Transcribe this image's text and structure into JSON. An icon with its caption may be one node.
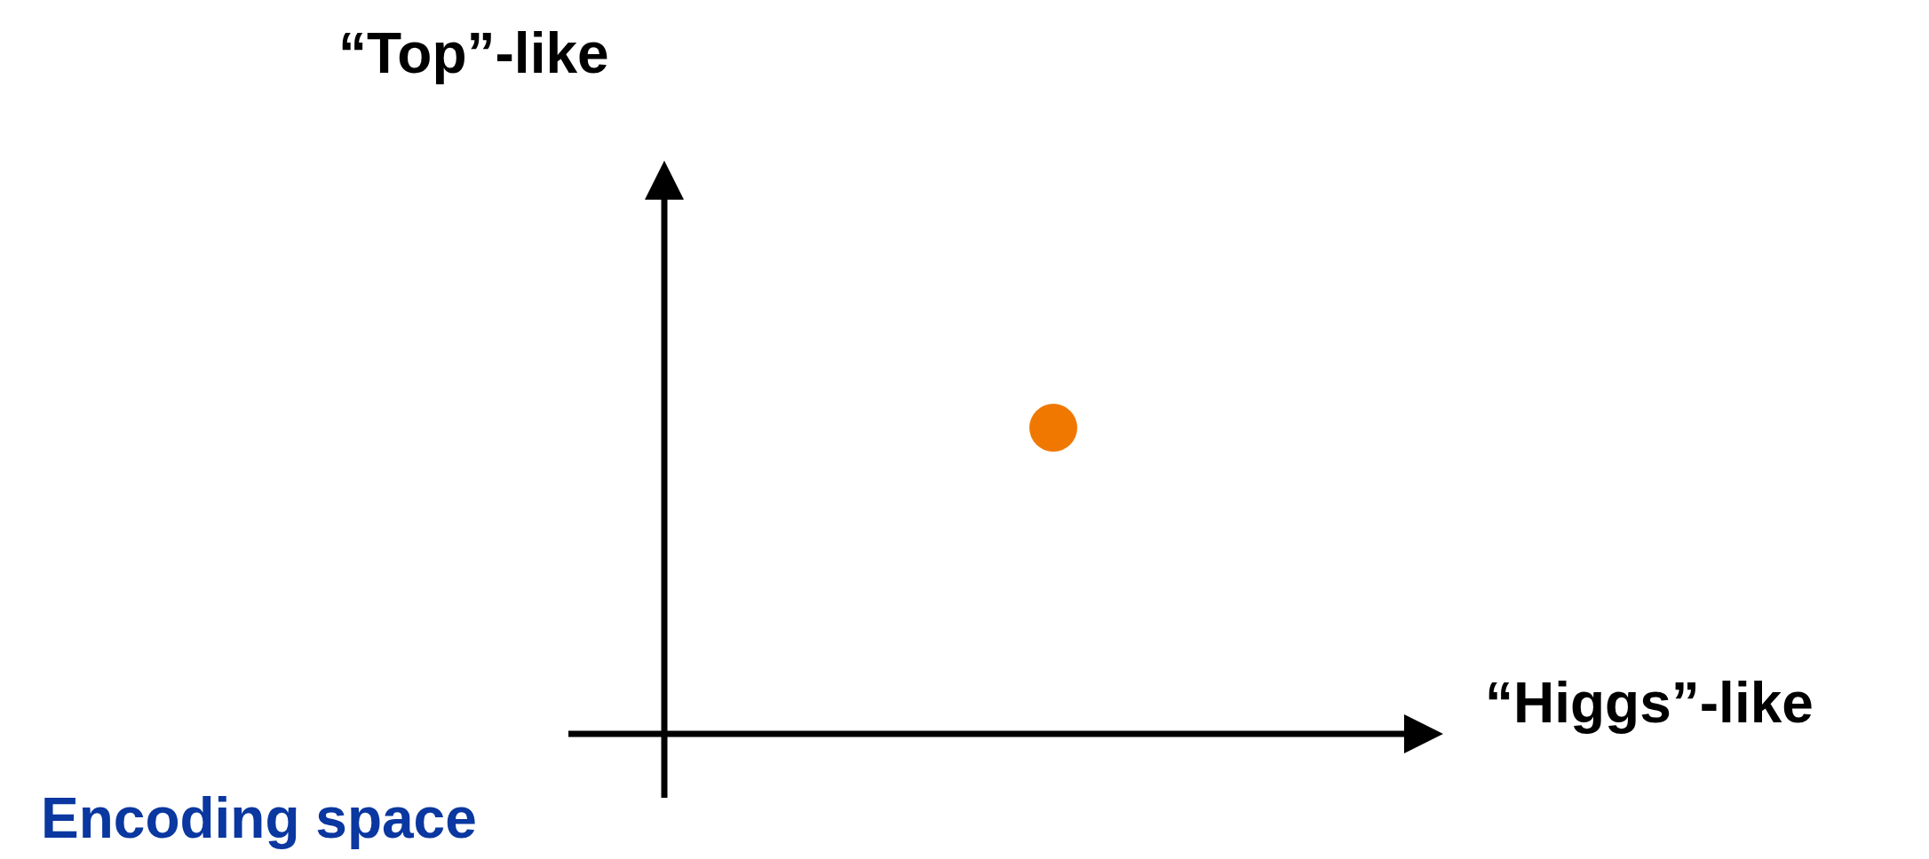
{
  "diagram": {
    "nodes": [
      {
        "text": [],
        "shape": "circle"
      }
    ],
    "labels": [
      "“Top”-like",
      "“Higgs”-like",
      "Encoding space"
    ]
  }
}
